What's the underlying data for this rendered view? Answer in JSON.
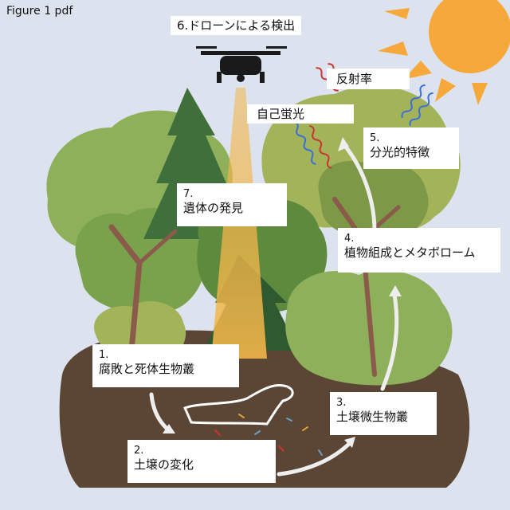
{
  "figure_title": "Figure 1 pdf",
  "labels": {
    "drone": "6.ドローンによる検出",
    "reflectance": "反射率",
    "autofluorescence": "自己蛍光",
    "spectral_num": "5.",
    "spectral": "分光的特徴",
    "remains_num": "7.",
    "remains": "遺体の発見",
    "plant_num": "4.",
    "plant": "植物組成とメタボローム",
    "decomp_num": "1.",
    "decomp": "腐敗と死体生物叢",
    "microbe_num": "3.",
    "microbe": "土壌微生物叢",
    "soil_num": "2.",
    "soil": "土壌の変化"
  },
  "colors": {
    "sky": "#dde3ee",
    "soil": "#5b4535",
    "sun": "#f6a83a",
    "beam": "#f2b64a",
    "tree_light": "#8fb05a",
    "tree_mid": "#6e9a45",
    "tree_dark": "#3f6f3a",
    "trunk": "#8a5a4a"
  }
}
